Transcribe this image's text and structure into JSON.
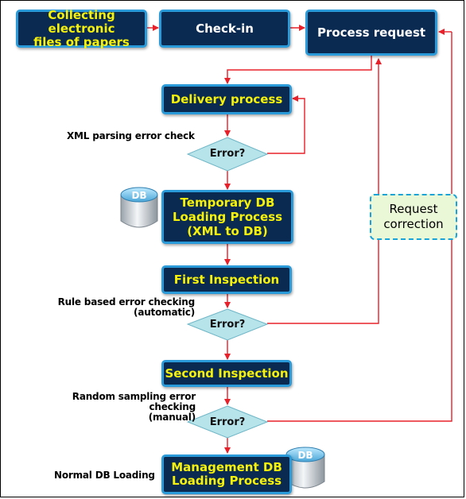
{
  "steps": {
    "collect": "Collecting electronic\nfiles of papers",
    "checkin": "Check-in",
    "process_request": "Process request",
    "delivery": "Delivery process",
    "temp_db": "Temporary DB\nLoading Process\n(XML to DB)",
    "first_inspection": "First Inspection",
    "second_inspection": "Second Inspection",
    "management_db": "Management DB\nLoading Process"
  },
  "decisions": {
    "d1": "Error?",
    "d2": "Error?",
    "d3": "Error?"
  },
  "notes": {
    "xml_check": "XML parsing error check",
    "rule_check": "Rule based error  checking\n(automatic)",
    "random_check": "Random sampling error checking\n(manual)",
    "normal_loading": "Normal DB Loading"
  },
  "request_correction": "Request\ncorrection",
  "db_icon_label": "DB",
  "colors": {
    "box_fill": "#0b2a52",
    "box_border": "#2a9bd8",
    "box_text": "#f5f10a",
    "arrow": "#e8202a",
    "diamond_fill": "#b7e3ea",
    "request_fill": "#eaf8d8"
  }
}
